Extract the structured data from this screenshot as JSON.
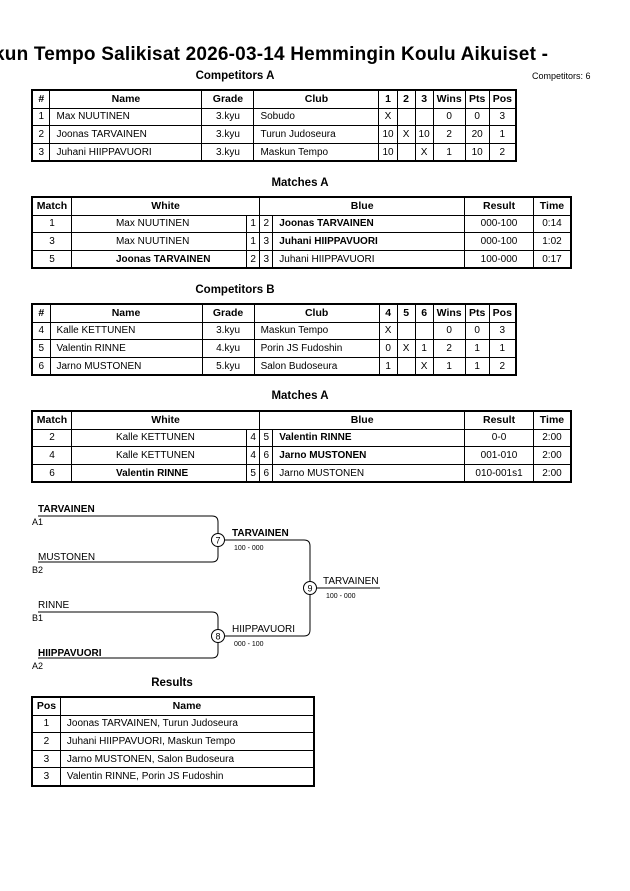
{
  "header": {
    "title": "kun Tempo Salikisat  2026-03-14  Hemmingin Koulu   Aikuiset -",
    "competitors_count": "Competitors: 6"
  },
  "competitors_a": {
    "title": "Competitors A",
    "headers": [
      "#",
      "Name",
      "Grade",
      "Club",
      "1",
      "2",
      "3",
      "Wins",
      "Pts",
      "Pos"
    ],
    "rows": [
      [
        "1",
        "Max NUUTINEN",
        "3.kyu",
        "Sobudo",
        "X",
        "",
        "",
        "0",
        "0",
        "3"
      ],
      [
        "2",
        "Joonas TARVAINEN",
        "3.kyu",
        "Turun Judoseura",
        "10",
        "X",
        "10",
        "2",
        "20",
        "1"
      ],
      [
        "3",
        "Juhani HIIPPAVUORI",
        "3.kyu",
        "Maskun Tempo",
        "10",
        "",
        "X",
        "1",
        "10",
        "2"
      ]
    ]
  },
  "matches_a1": {
    "title": "Matches A",
    "headers": [
      "Match",
      "White",
      "",
      "",
      "Blue",
      "Result",
      "Time"
    ],
    "rows": [
      [
        "1",
        "Max NUUTINEN",
        "1",
        "2",
        "Joonas TARVAINEN",
        "000-100",
        "0:14"
      ],
      [
        "3",
        "Max NUUTINEN",
        "1",
        "3",
        "Juhani HIIPPAVUORI",
        "000-100",
        "1:02"
      ],
      [
        "5",
        "Joonas TARVAINEN",
        "2",
        "3",
        "Juhani HIIPPAVUORI",
        "100-000",
        "0:17"
      ]
    ],
    "bold": [
      [
        false,
        true
      ],
      [
        false,
        true
      ],
      [
        true,
        false
      ]
    ]
  },
  "competitors_b": {
    "title": "Competitors B",
    "headers": [
      "#",
      "Name",
      "Grade",
      "Club",
      "4",
      "5",
      "6",
      "Wins",
      "Pts",
      "Pos"
    ],
    "rows": [
      [
        "4",
        "Kalle KETTUNEN",
        "3.kyu",
        "Maskun Tempo",
        "X",
        "",
        "",
        "0",
        "0",
        "3"
      ],
      [
        "5",
        "Valentin RINNE",
        "4.kyu",
        "Porin JS Fudoshin",
        "0",
        "X",
        "1",
        "2",
        "1",
        "1"
      ],
      [
        "6",
        "Jarno MUSTONEN",
        "5.kyu",
        "Salon Budoseura",
        "1",
        "",
        "X",
        "1",
        "1",
        "2"
      ]
    ]
  },
  "matches_a2": {
    "title": "Matches A",
    "headers": [
      "Match",
      "White",
      "",
      "",
      "Blue",
      "Result",
      "Time"
    ],
    "rows": [
      [
        "2",
        "Kalle KETTUNEN",
        "4",
        "5",
        "Valentin RINNE",
        "0-0",
        "2:00"
      ],
      [
        "4",
        "Kalle KETTUNEN",
        "4",
        "6",
        "Jarno MUSTONEN",
        "001-010",
        "2:00"
      ],
      [
        "6",
        "Valentin RINNE",
        "5",
        "6",
        "Jarno MUSTONEN",
        "010-001s1",
        "2:00"
      ]
    ],
    "bold": [
      [
        false,
        true
      ],
      [
        false,
        true
      ],
      [
        true,
        false
      ]
    ]
  },
  "bracket": {
    "top_a": "TARVAINEN",
    "top_a_seed": "A1",
    "top_b": "MUSTONEN",
    "top_b_seed": "B2",
    "match7_no": "7",
    "match7_winner": "TARVAINEN",
    "match7_score": "100 - 000",
    "bot_a": "RINNE",
    "bot_a_seed": "B1",
    "bot_b": "HIIPPAVUORI",
    "bot_b_seed": "A2",
    "match8_no": "8",
    "match8_winner": "HIIPPAVUORI",
    "match8_score": "000 - 100",
    "final_no": "9",
    "final_winner": "TARVAINEN",
    "final_score": "100 - 000"
  },
  "results": {
    "title": "Results",
    "headers": [
      "Pos",
      "Name"
    ],
    "rows": [
      [
        "1",
        "Joonas TARVAINEN, Turun Judoseura"
      ],
      [
        "2",
        "Juhani HIIPPAVUORI, Maskun Tempo"
      ],
      [
        "3",
        "Jarno MUSTONEN, Salon Budoseura"
      ],
      [
        "3",
        "Valentin RINNE, Porin JS Fudoshin"
      ]
    ]
  }
}
